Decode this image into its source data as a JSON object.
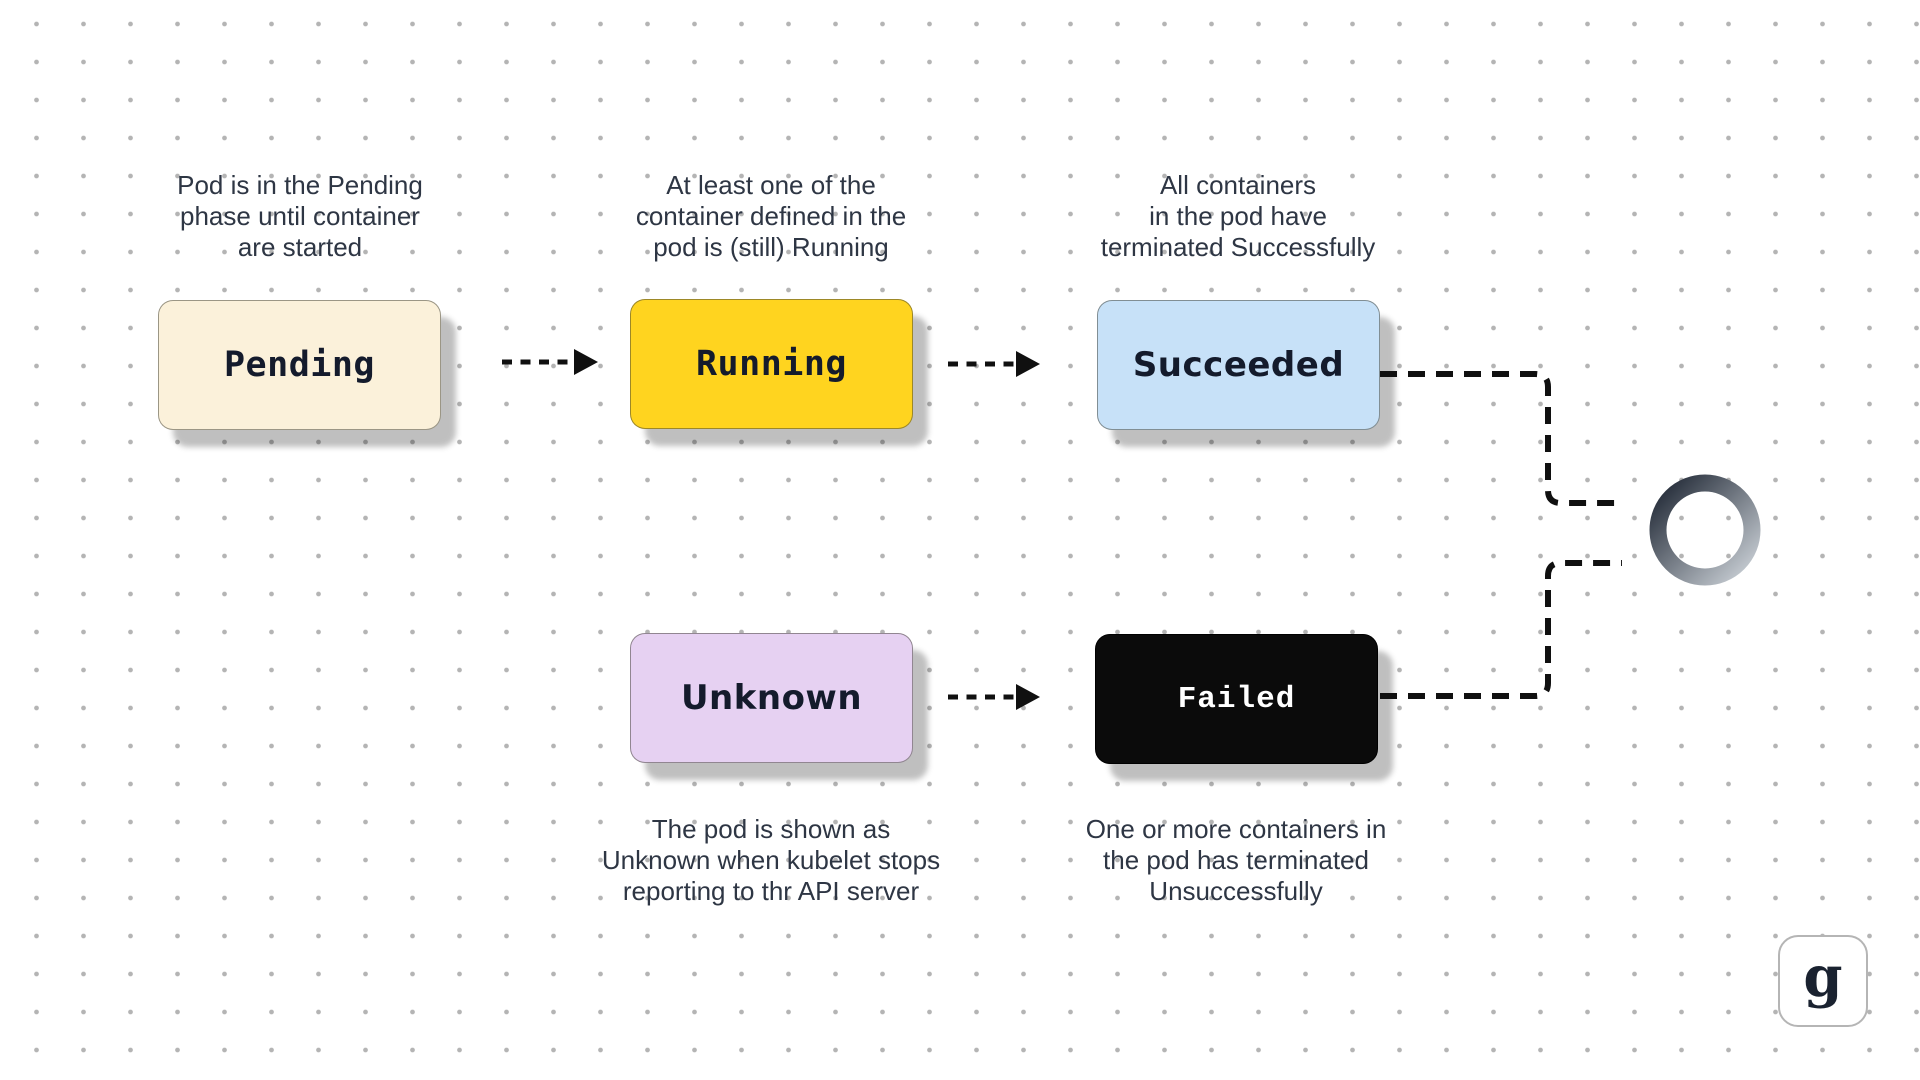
{
  "canvas": {
    "dot_color": "#b4b4b4",
    "connector_color": "#101010",
    "label_color": "#141b2c",
    "caption_color": "#2e3644"
  },
  "nodes": {
    "pending": {
      "label": "Pending",
      "fill": "#FBF1DA",
      "caption": "Pod is in the Pending\nphase until container\nare started"
    },
    "running": {
      "label": "Running",
      "fill": "#FFD41F",
      "caption": "At least one of the\ncontainer defined in the\npod is (still) Running"
    },
    "succeeded": {
      "label": "Succeeded",
      "fill": "#C7E1F8",
      "caption": "All containers\nin the pod have\nterminated Successfully"
    },
    "unknown": {
      "label": "Unknown",
      "fill": "#E6D1F2",
      "caption": "The pod is shown as\nUnknown when kubelet stops\nreporting to thr API server"
    },
    "failed": {
      "label": "Failed",
      "fill": "#0B0B0B",
      "text_color": "#FFFFFF",
      "caption": "One or more containers in\nthe pod has terminated\nUnsuccessfully"
    }
  },
  "terminal": {
    "gradient_start": "#1E2633",
    "gradient_end": "#CDD3D9"
  },
  "logo": {
    "letter": "g",
    "letter_color": "#1A2230"
  }
}
